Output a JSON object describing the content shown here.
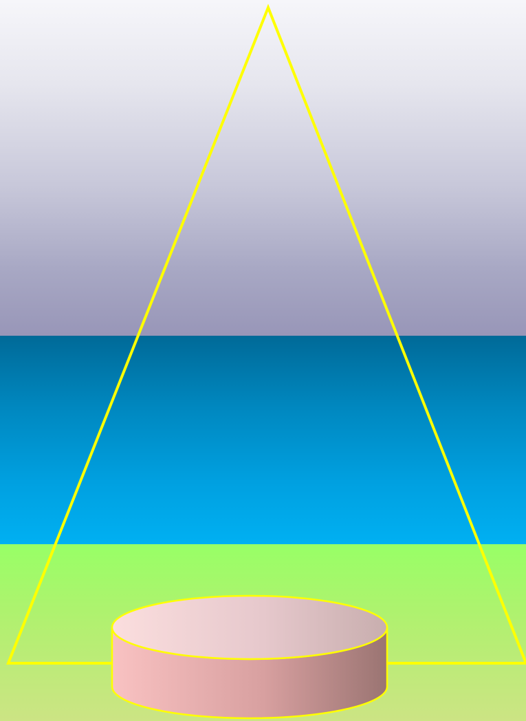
{
  "scene": {
    "background_bands": [
      {
        "name": "sky",
        "colors": [
          "#f6f6fa",
          "#9896b8"
        ]
      },
      {
        "name": "water",
        "colors": [
          "#006a98",
          "#00b0f2"
        ]
      },
      {
        "name": "ground",
        "colors": [
          "#98ff66",
          "#cce484"
        ]
      }
    ],
    "triangle": {
      "stroke_color": "#ffff00",
      "fill": "none"
    },
    "cylinder": {
      "outline_color": "#ffff00",
      "top_colors": [
        "#fbdede",
        "#c8aeae"
      ],
      "side_colors": [
        "#f9c2c2",
        "#9a7472"
      ]
    }
  }
}
